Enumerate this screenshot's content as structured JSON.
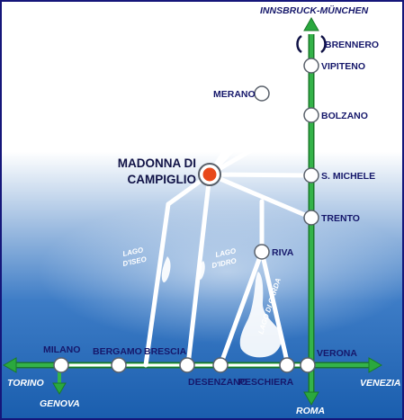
{
  "map": {
    "colors": {
      "frame": "#15167a",
      "sky_top": "#ffffff",
      "sky_bottom": "#1b63b3",
      "rail": "#1f9c33",
      "road": "#ffffff",
      "center_marker": "#e8481a"
    },
    "directions": {
      "north": "INNSBRUCK-MÜNCHEN",
      "south": "ROMA",
      "west": "TORINO",
      "southwest": "GENOVA",
      "east": "VENEZIA"
    },
    "center": {
      "line1": "MADONNA DI",
      "line2": "CAMPIGLIO"
    },
    "towns": {
      "brennero": "BRENNERO",
      "vipiteno": "VIPITENO",
      "merano": "MERANO",
      "bolzano": "BOLZANO",
      "s_michele": "S. MICHELE",
      "trento": "TRENTO",
      "riva": "RIVA",
      "verona": "VERONA",
      "milano": "MILANO",
      "bergamo": "BERGAMO",
      "brescia": "BRESCIA",
      "desenzano": "DESENZANO",
      "peschiera": "PESCHIERA"
    },
    "lakes": {
      "iseo_line1": "LAGO",
      "iseo_line2": "D'ISEO",
      "idro_line1": "LAGO",
      "idro_line2": "D'IDRO",
      "garda": "LAGO DI GARDA"
    },
    "border_icon": "border-crossing-icon"
  }
}
